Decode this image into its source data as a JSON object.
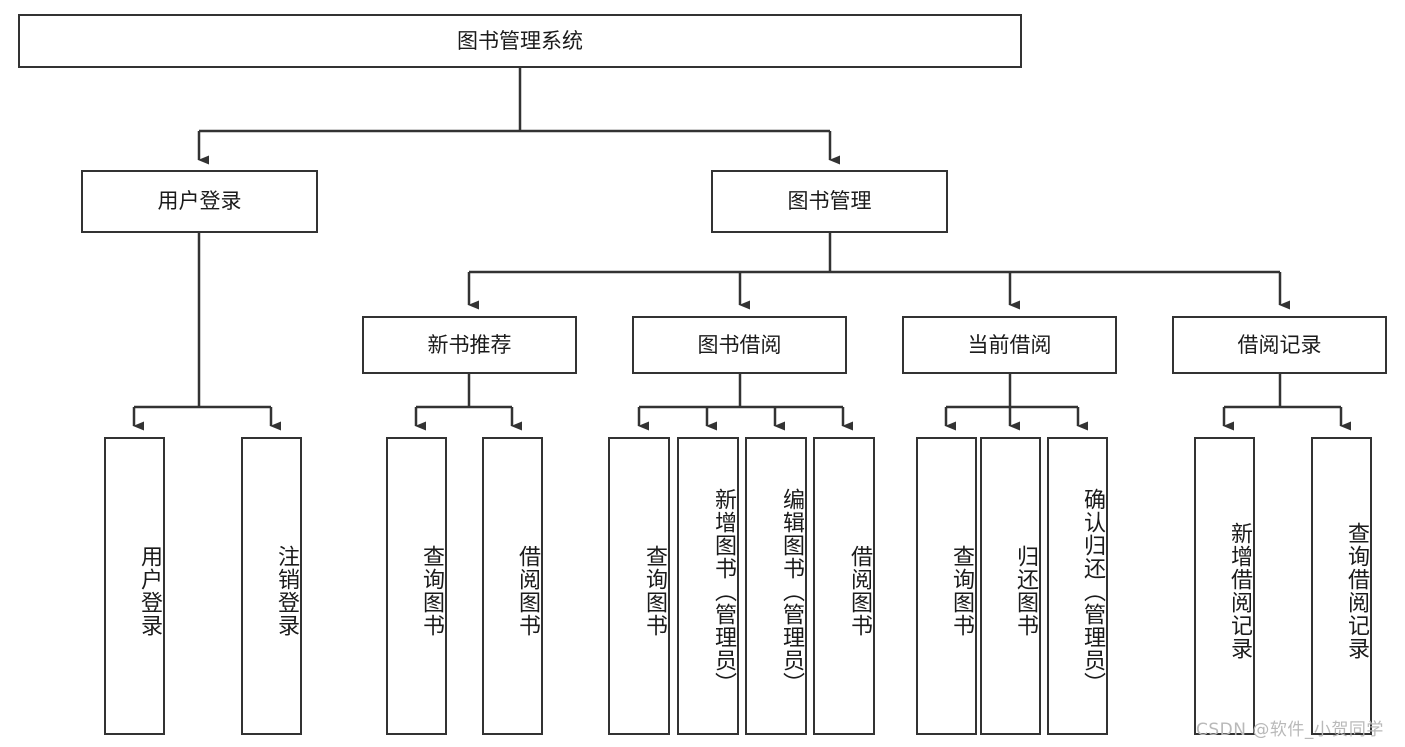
{
  "diagram": {
    "title": "图书管理系统",
    "type": "tree-hierarchy",
    "root": {
      "label": "图书管理系统"
    },
    "level2": [
      {
        "label": "用户登录"
      },
      {
        "label": "图书管理"
      }
    ],
    "level3": [
      {
        "label": "新书推荐"
      },
      {
        "label": "图书借阅"
      },
      {
        "label": "当前借阅"
      },
      {
        "label": "借阅记录"
      }
    ],
    "leaves": {
      "user_login": [
        {
          "label": "用户登录"
        },
        {
          "label": "注销登录"
        }
      ],
      "new_book_recommend": [
        {
          "label": "查询图书"
        },
        {
          "label": "借阅图书"
        }
      ],
      "book_borrow": [
        {
          "label": "查询图书"
        },
        {
          "label": "新增图书（管理员）"
        },
        {
          "label": "编辑图书（管理员）"
        },
        {
          "label": "借阅图书"
        }
      ],
      "current_borrow": [
        {
          "label": "查询图书"
        },
        {
          "label": "归还图书"
        },
        {
          "label": "确认归还（管理员）"
        }
      ],
      "borrow_record": [
        {
          "label": "新增借阅记录"
        },
        {
          "label": "查询借阅记录"
        }
      ]
    }
  },
  "watermark": {
    "text": "CSDN @软件_小贺同学"
  },
  "colors": {
    "border": "#333333",
    "background": "#ffffff",
    "text": "#1b1b1b",
    "watermark": "#b9b9b9"
  }
}
